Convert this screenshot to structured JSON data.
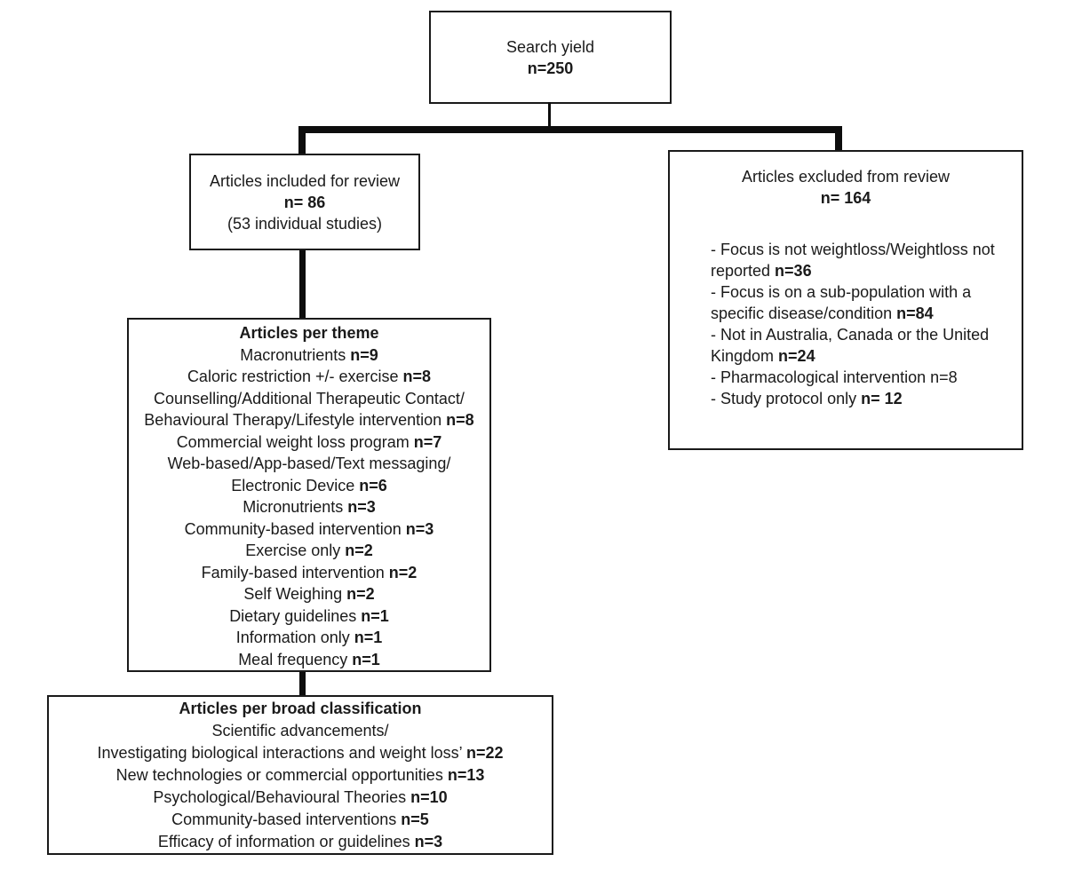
{
  "search_yield": {
    "title": "Search yield",
    "n": "n=250"
  },
  "included": {
    "title": "Articles included for review",
    "n": "n= 86",
    "subtitle": "(53 individual studies)"
  },
  "excluded": {
    "title": "Articles excluded from review",
    "n": "n= 164",
    "lines": [
      {
        "text": "- Focus is not weightloss/Weightloss not",
        "n": ""
      },
      {
        "text": "reported ",
        "n": "n=36"
      },
      {
        "text": "- Focus is on a sub-population with a",
        "n": ""
      },
      {
        "text": "specific disease/condition ",
        "n": "n=84"
      },
      {
        "text": "- Not in Australia, Canada or the United",
        "n": ""
      },
      {
        "text": "Kingdom ",
        "n": "n=24"
      },
      {
        "text": "- Pharmacological intervention n=8",
        "n": ""
      },
      {
        "text": "- Study protocol only ",
        "n": "n= 12"
      }
    ]
  },
  "themes": {
    "title": "Articles per theme",
    "lines": [
      {
        "text": "Macronutrients ",
        "n": "n=9"
      },
      {
        "text": "Caloric restriction +/- exercise ",
        "n": "n=8"
      },
      {
        "text": "Counselling/Additional Therapeutic Contact/",
        "n": ""
      },
      {
        "text": "Behavioural Therapy/Lifestyle intervention ",
        "n": "n=8"
      },
      {
        "text": "Commercial weight loss program ",
        "n": "n=7"
      },
      {
        "text": "Web-based/App-based/Text messaging/",
        "n": ""
      },
      {
        "text": "Electronic Device ",
        "n": "n=6"
      },
      {
        "text": "Micronutrients ",
        "n": "n=3"
      },
      {
        "text": "Community-based intervention ",
        "n": "n=3"
      },
      {
        "text": "Exercise only ",
        "n": "n=2"
      },
      {
        "text": "Family-based intervention ",
        "n": "n=2"
      },
      {
        "text": "Self Weighing ",
        "n": "n=2"
      },
      {
        "text": "Dietary guidelines ",
        "n": "n=1"
      },
      {
        "text": "Information only ",
        "n": "n=1"
      },
      {
        "text": "Meal frequency ",
        "n": "n=1"
      }
    ]
  },
  "broad": {
    "title": "Articles per broad classification",
    "lines": [
      {
        "text": "Scientific advancements/",
        "n": ""
      },
      {
        "text": "Investigating biological interactions and weight loss’ ",
        "n": "n=22"
      },
      {
        "text": "New technologies or commercial opportunities ",
        "n": "n=13"
      },
      {
        "text": "Psychological/Behavioural Theories ",
        "n": "n=10"
      },
      {
        "text": "Community-based interventions ",
        "n": "n=5"
      },
      {
        "text": "Efficacy of information or guidelines ",
        "n": "n=3"
      }
    ]
  }
}
